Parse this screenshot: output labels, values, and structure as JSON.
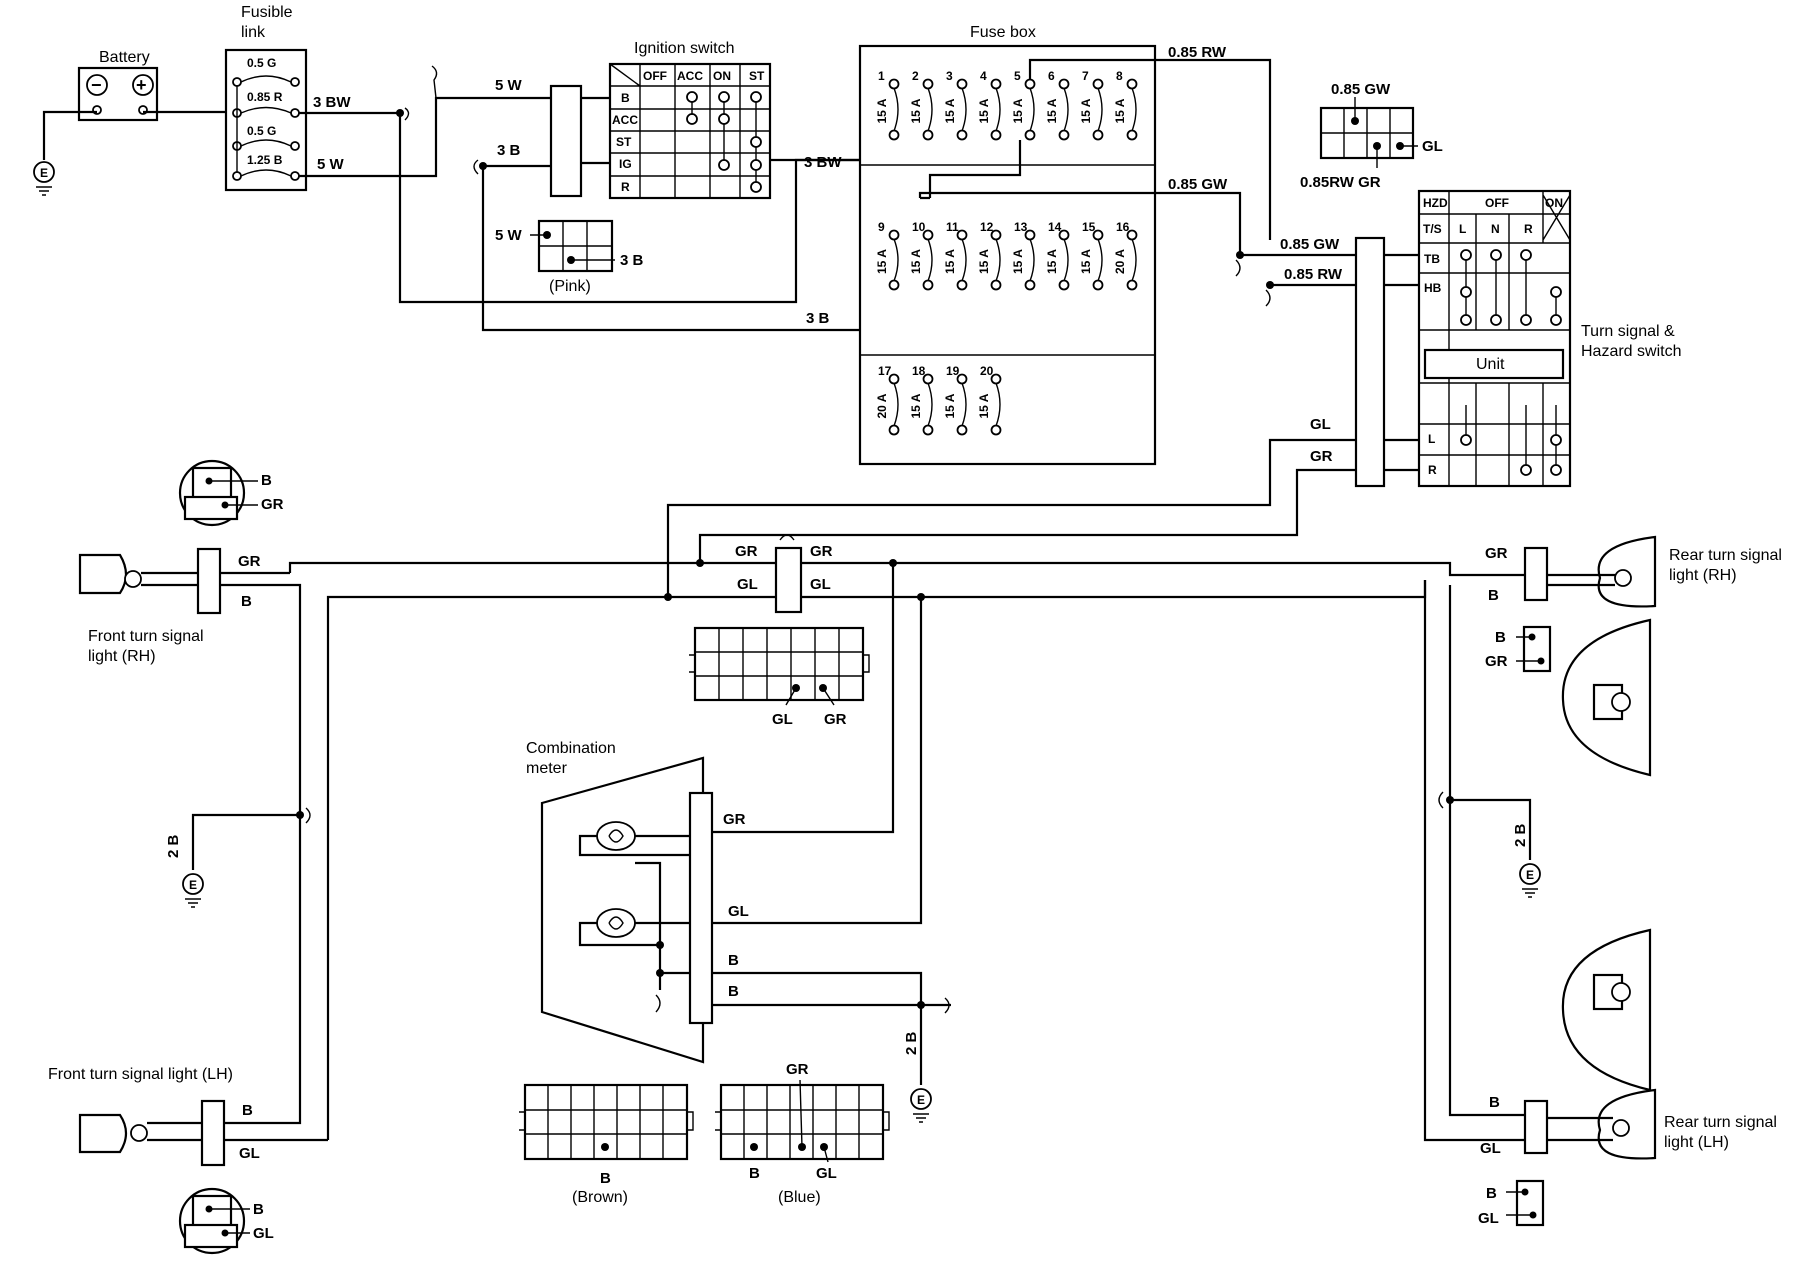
{
  "titles": {
    "battery": "Battery",
    "fusible_link": [
      "Fusible",
      "link"
    ],
    "ignition_switch": "Ignition switch",
    "fuse_box": "Fuse box",
    "turn_hazard_switch": [
      "Turn signal &",
      "Hazard switch"
    ],
    "unit": "Unit",
    "combination_meter": [
      "Combination",
      "meter"
    ],
    "front_rh": [
      "Front turn signal",
      "light (RH)"
    ],
    "front_lh": "Front turn signal light (LH)",
    "rear_rh": [
      "Rear turn signal",
      "light (RH)"
    ],
    "rear_lh": [
      "Rear turn signal",
      "light (LH)"
    ]
  },
  "battery_terminals": [
    "−",
    "+"
  ],
  "ground_label": "E",
  "fusible_link_ratings": [
    "0.5 G",
    "0.85 R",
    "0.5 G",
    "1.25 B"
  ],
  "ignition_switch": {
    "columns": [
      "OFF",
      "ACC",
      "ON",
      "ST"
    ],
    "rows": [
      "B",
      "ACC",
      "ST",
      "IG",
      "R"
    ]
  },
  "hazard_switch": {
    "columns": [
      "OFF",
      "ON"
    ],
    "sub_columns": [
      "L",
      "N",
      "R"
    ],
    "rows": [
      "HZD",
      "T/S",
      "TB",
      "HB",
      "L",
      "R"
    ]
  },
  "fuses": {
    "row1": {
      "numbers": [
        "1",
        "2",
        "3",
        "4",
        "5",
        "6",
        "7",
        "8"
      ],
      "ratings": [
        "15 A",
        "15 A",
        "15 A",
        "15 A",
        "15 A",
        "15 A",
        "15 A",
        "15 A"
      ]
    },
    "row2": {
      "numbers": [
        "9",
        "10",
        "11",
        "12",
        "13",
        "14",
        "15",
        "16"
      ],
      "ratings": [
        "15 A",
        "15 A",
        "15 A",
        "15 A",
        "15 A",
        "15 A",
        "15 A",
        "20 A"
      ]
    },
    "row3": {
      "numbers": [
        "17",
        "18",
        "19",
        "20"
      ],
      "ratings": [
        "20 A",
        "15 A",
        "15 A",
        "15 A"
      ]
    }
  },
  "wires": {
    "3bw": "3 BW",
    "5w": "5 W",
    "3b": "3 B",
    "085rw": "0.85 RW",
    "085gw": "0.85 GW",
    "gl": "GL",
    "gr": "GR",
    "b": "B",
    "2b": "2 B",
    "085rw_gr": "0.85RW GR"
  },
  "connectors": {
    "pink": "(Pink)",
    "brown": "(Brown)",
    "blue": "(Blue)"
  }
}
